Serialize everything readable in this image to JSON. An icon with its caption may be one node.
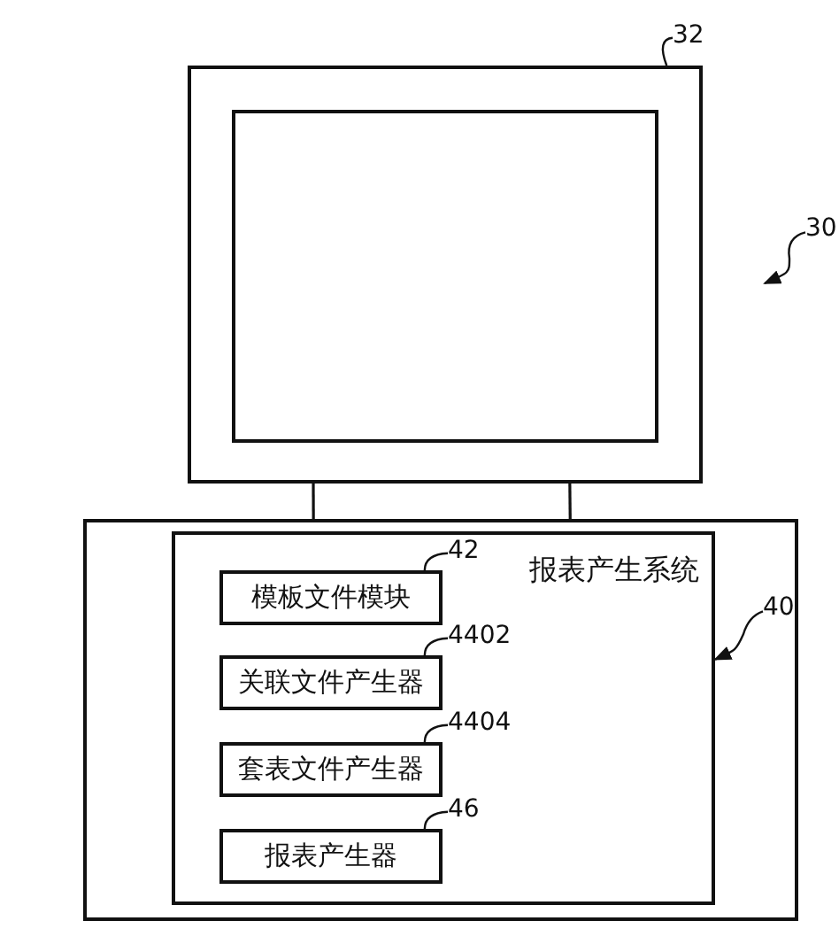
{
  "diagram": {
    "nodes": [
      {
        "text": [],
        "shape": "box"
      },
      {
        "text": [],
        "shape": "box"
      },
      {
        "text": [
          "报表产生系统"
        ],
        "in": 1
      },
      {
        "text": [
          "模板文件模块"
        ],
        "in": 2
      },
      {
        "text": [
          "关联文件产生器"
        ],
        "in": 2
      },
      {
        "text": [
          "套表文件产生器"
        ],
        "in": 2
      },
      {
        "text": [
          "报表产生器"
        ],
        "in": 2
      },
      {
        "text": [
          "32"
        ]
      },
      {
        "text": [
          "30"
        ]
      },
      {
        "text": [
          "40"
        ],
        "in": 1
      },
      {
        "text": [
          "42"
        ],
        "in": 2
      },
      {
        "text": [
          "4402"
        ],
        "in": 2
      },
      {
        "text": [
          "4404"
        ],
        "in": 2
      },
      {
        "text": [
          "46"
        ],
        "in": 2
      }
    ],
    "edges": [
      {
        "from": 0,
        "to": 1,
        "arrow": "none"
      },
      {
        "from": 0,
        "to": 1,
        "arrow": "none"
      },
      {
        "from": 7,
        "to": 0,
        "arrow": "none"
      },
      {
        "from": 8,
        "to": null,
        "arrow": "to"
      },
      {
        "from": 9,
        "to": 2,
        "arrow": "to"
      },
      {
        "from": 10,
        "to": 3,
        "arrow": "none"
      },
      {
        "from": 11,
        "to": 4,
        "arrow": "none"
      },
      {
        "from": 12,
        "to": 5,
        "arrow": "none"
      },
      {
        "from": 13,
        "to": 6,
        "arrow": "none"
      }
    ]
  }
}
